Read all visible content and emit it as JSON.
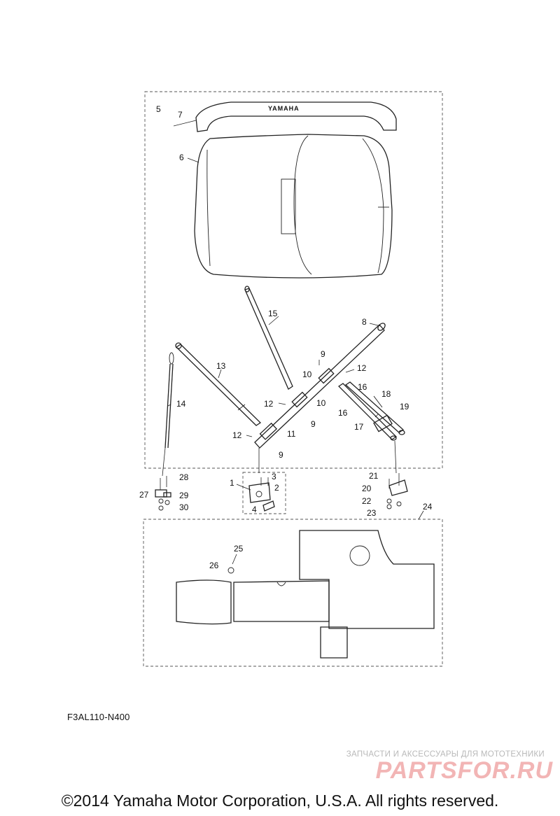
{
  "logo_text": "YAMAHA",
  "diagram_code": "F3AL110-N400",
  "copyright": "©2014 Yamaha Motor Corporation, U.S.A. All rights reserved.",
  "watermark": {
    "tagline": "ЗАПЧАСТИ И АКСЕССУАРЫ ДЛЯ МОТОТЕХНИКИ",
    "brand": "PARTSFOR.RU"
  },
  "callouts": [
    "1",
    "2",
    "3",
    "4",
    "5",
    "6",
    "7",
    "8",
    "9",
    "9",
    "9",
    "10",
    "10",
    "11",
    "12",
    "12",
    "12",
    "13",
    "14",
    "15",
    "16",
    "16",
    "17",
    "18",
    "19",
    "20",
    "21",
    "22",
    "23",
    "24",
    "25",
    "26",
    "27",
    "28",
    "29",
    "30"
  ]
}
